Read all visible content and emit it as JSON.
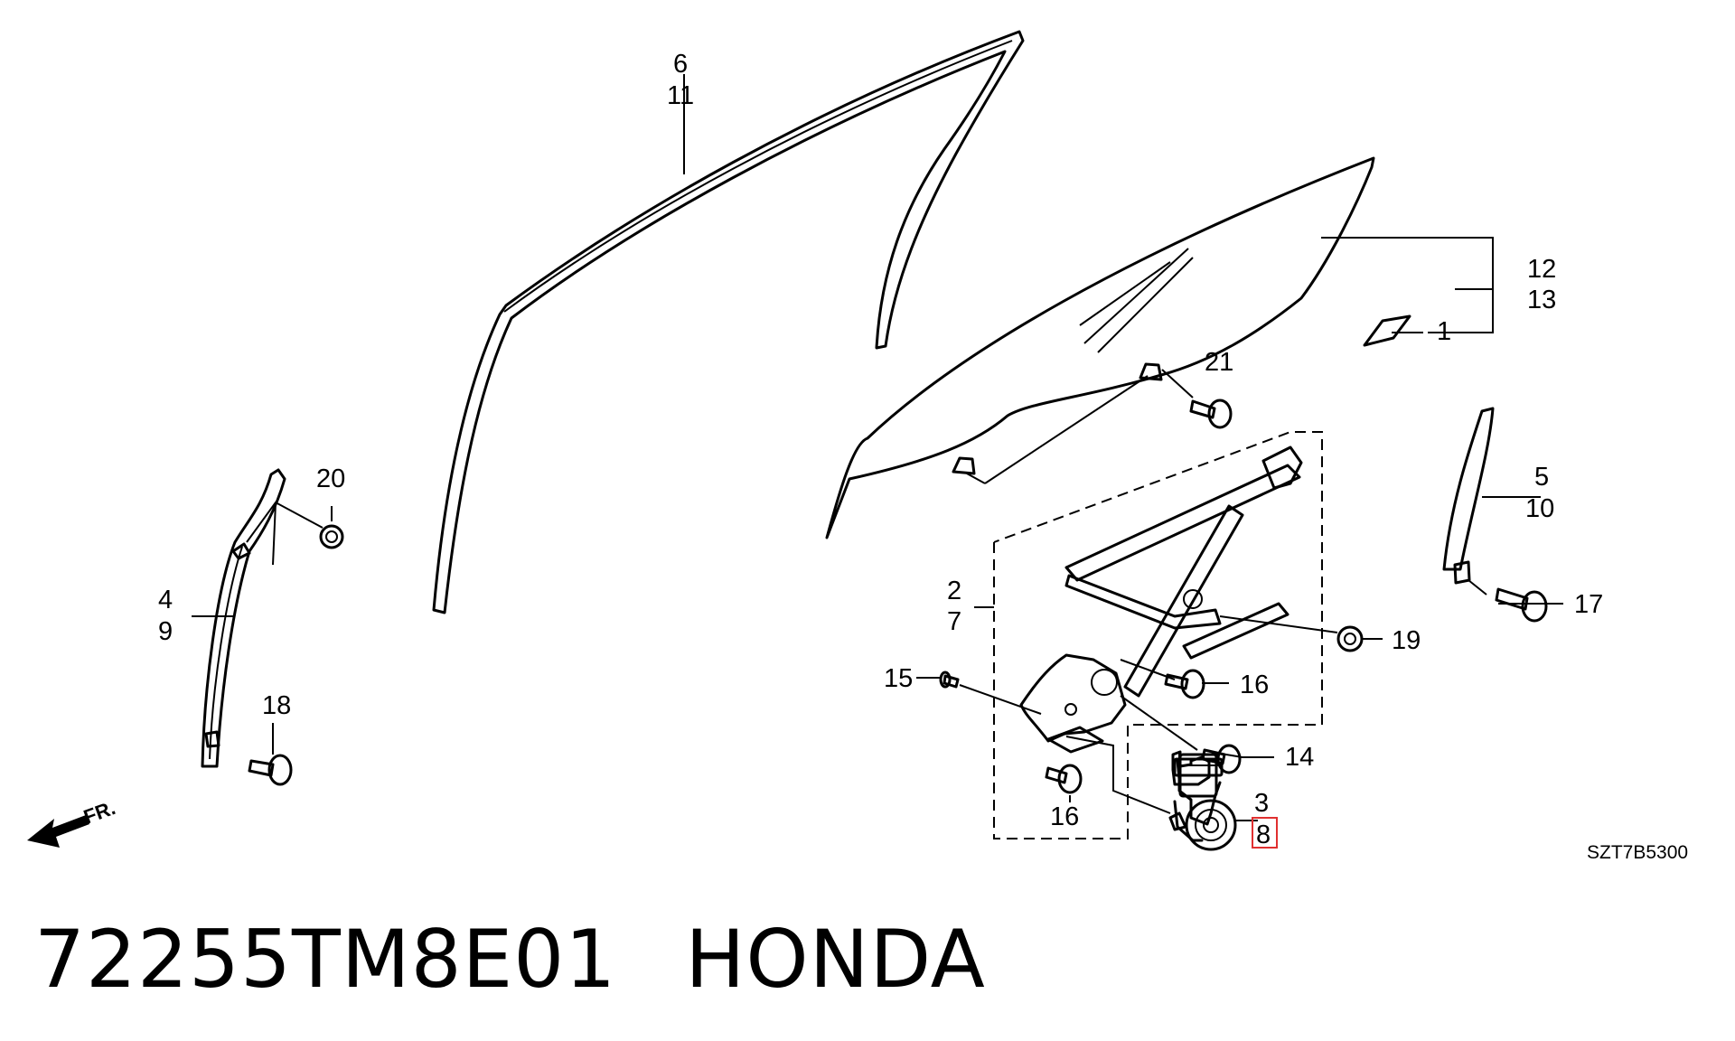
{
  "labels": {
    "l1": "1",
    "l2": "2",
    "l3": "3",
    "l4": "4",
    "l5": "5",
    "l6": "6",
    "l7": "7",
    "l8": "8",
    "l9": "9",
    "l10": "10",
    "l11": "11",
    "l12": "12",
    "l13": "13",
    "l14": "14",
    "l15": "15",
    "l16a": "16",
    "l16b": "16",
    "l17": "17",
    "l18": "18",
    "l19": "19",
    "l20": "20",
    "l21": "21"
  },
  "direction_label": "FR.",
  "diagram_code": "SZT7B5300",
  "footer": {
    "part_number": "72255TM8E01",
    "brand": "HONDA"
  },
  "highlight_color": "#e03030",
  "highlighted_label": "8"
}
